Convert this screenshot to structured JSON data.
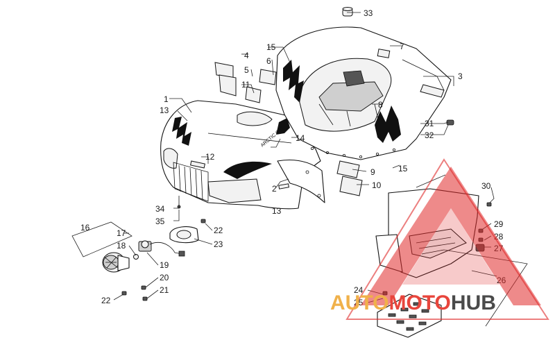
{
  "diagram": {
    "callouts": [
      "1",
      "2",
      "3",
      "4",
      "5",
      "6",
      "7",
      "8",
      "9",
      "10",
      "11",
      "12",
      "13",
      "13",
      "14",
      "15",
      "15",
      "16",
      "17",
      "18",
      "19",
      "20",
      "21",
      "22",
      "22",
      "23",
      "24",
      "25",
      "26",
      "27",
      "28",
      "29",
      "30",
      "31",
      "32",
      "33",
      "34",
      "35"
    ]
  },
  "watermark": {
    "prefix": "AUTO",
    "middle": "MOTO",
    "suffix": "HUB",
    "colors": {
      "prefix": "#f0b14a",
      "middle": "#e8453c",
      "suffix": "#4a4a4a",
      "logo": "#e02a2a"
    }
  }
}
